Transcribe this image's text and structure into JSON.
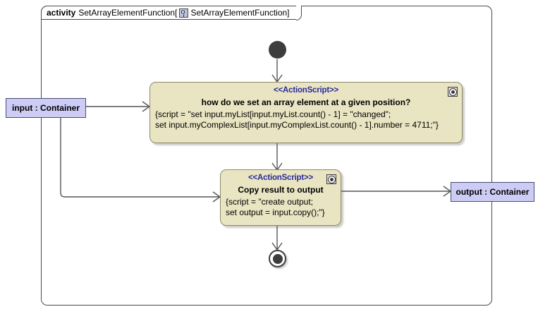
{
  "frame": {
    "keyword": "activity",
    "name": "SetArrayElementFunction",
    "bracket_open": "[",
    "icon": "model-element-icon",
    "qualified_name": "SetArrayElementFunction",
    "bracket_close": "]"
  },
  "nodes": {
    "initial": {
      "name": "initial-node"
    },
    "final": {
      "name": "activity-final-node"
    },
    "action1": {
      "stereotype": "<<ActionScript>>",
      "title": "how do we set an array element at a given position?",
      "body_lines": [
        "{script = \"set input.myList[input.myList.count() - 1] = \"changed\";",
        "set input.myComplexList[input.myComplexList.count() - 1].number = 4711;\"}"
      ],
      "corner_icon": "action-script-icon"
    },
    "action2": {
      "stereotype": "<<ActionScript>>",
      "title": "Copy result to output",
      "body_lines": [
        "{script = \"create output;",
        "set output = input.copy();\"}"
      ],
      "corner_icon": "action-script-icon"
    }
  },
  "parameters": {
    "input": {
      "label": "input : Container"
    },
    "output": {
      "label": "output : Container"
    }
  },
  "colors": {
    "action_fill": "#e9e5c3",
    "action_border": "#8d8a6a",
    "stereotype_text": "#2b2b99",
    "parameter_fill": "#ccccf5",
    "parameter_border": "#4a4a78",
    "control_node": "#3d3d3d",
    "edge": "#555555",
    "frame_border": "#4a4a4a",
    "background": "#ffffff"
  }
}
